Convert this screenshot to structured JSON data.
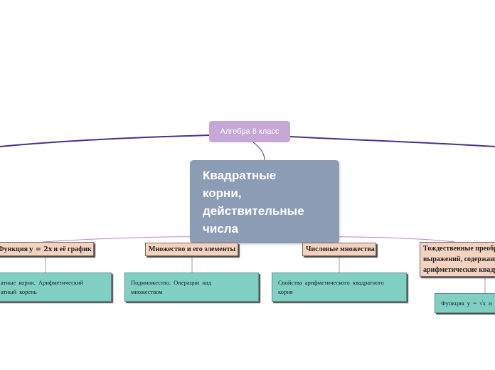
{
  "root": {
    "label": "Алгебра 8 класс"
  },
  "center": {
    "lines": [
      "Квадратные",
      "корни,",
      "действительные",
      "числа"
    ]
  },
  "topics": [
    {
      "label": "Функция y = 2x и её график",
      "pre": "Функция ",
      "formula": "y = 2x",
      "post": " и её график"
    },
    {
      "label": "Множество и его элементы"
    },
    {
      "label": "Числовые множества"
    },
    {
      "line1": "Тождественные преобр",
      "line2": "выражений, содержащ",
      "line3": "арифметические квадр"
    }
  ],
  "subs": [
    {
      "line1": "атные  корни.   Арифметический",
      "line2": "атный  корень"
    },
    {
      "line1": "Подмножество.   Операции   над",
      "line2": "множеством"
    },
    {
      "line1": "Свойства  арифметического  квадратного",
      "line2": "корня"
    },
    {
      "line1": "Функция  y  =  √x  и"
    }
  ]
}
